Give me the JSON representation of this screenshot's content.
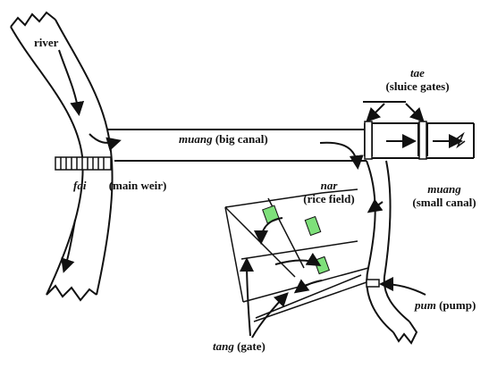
{
  "labels": {
    "river": "river",
    "muang_big_term": "muang",
    "muang_big_desc": "(big canal)",
    "fai_term": "fai",
    "fai_desc": "(main weir)",
    "tae_term": "tae",
    "tae_desc": "(sluice gates)",
    "nar_term": "nar",
    "nar_desc": "(rice field)",
    "muang_small_term": "muang",
    "muang_small_desc": "(small canal)",
    "pum_term": "pum",
    "pum_desc": "(pump)",
    "tang_term": "tang",
    "tang_desc": "(gate)"
  },
  "colors": {
    "line": "#111111",
    "field_gate_green": "#7ee07a",
    "weir_hatch": "#111111"
  }
}
